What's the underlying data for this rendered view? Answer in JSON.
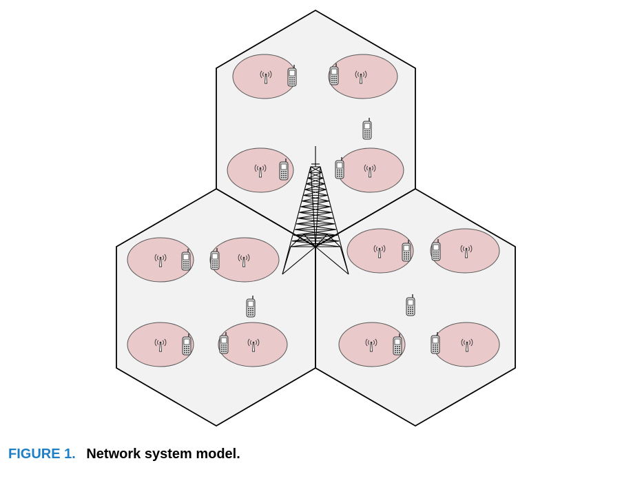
{
  "figure": {
    "caption_label": "FIGURE 1.",
    "caption_text": "Network system model."
  },
  "colors": {
    "cell_fill": "#f2f2f2",
    "cell_stroke": "#000000",
    "small_cell_fill": "#e9c9c9",
    "small_cell_stroke": "#555555",
    "caption_accent": "#1e7fc4"
  },
  "diagram": {
    "macro_cells": 3,
    "small_cells_per_macro": 4,
    "macro_base_station": "lattice-tower-icon",
    "small_cell_base_station": "antenna-icon",
    "user_device": "mobile-phone-icon"
  }
}
